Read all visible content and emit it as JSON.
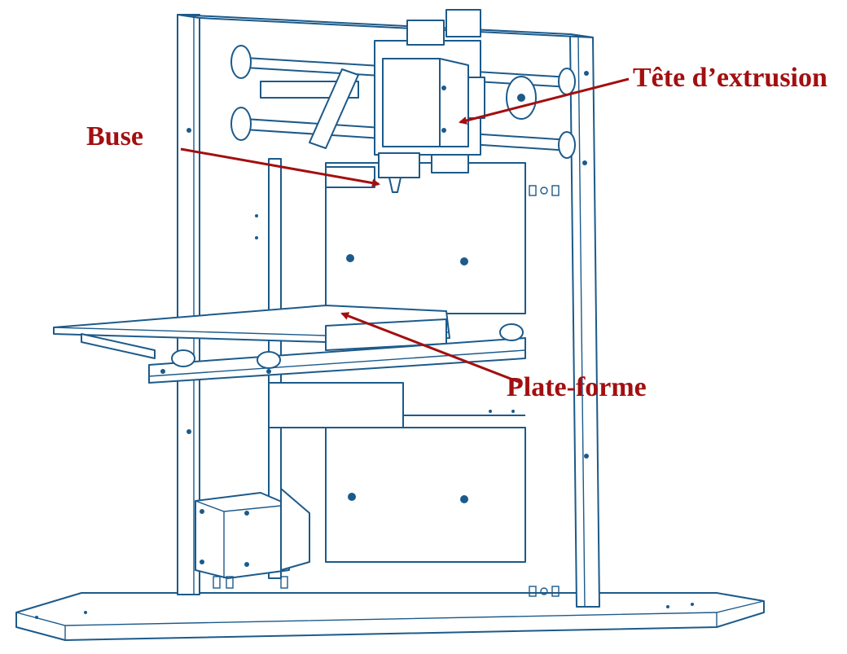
{
  "labels": {
    "nozzle": "Buse",
    "extrusion_head": "Tête d’extrusion",
    "platform": "Plate-forme"
  },
  "colors": {
    "drawing_line": "#1c5a8a",
    "label_text": "#a30f10",
    "arrow": "#a30f10",
    "background": "#ffffff"
  }
}
